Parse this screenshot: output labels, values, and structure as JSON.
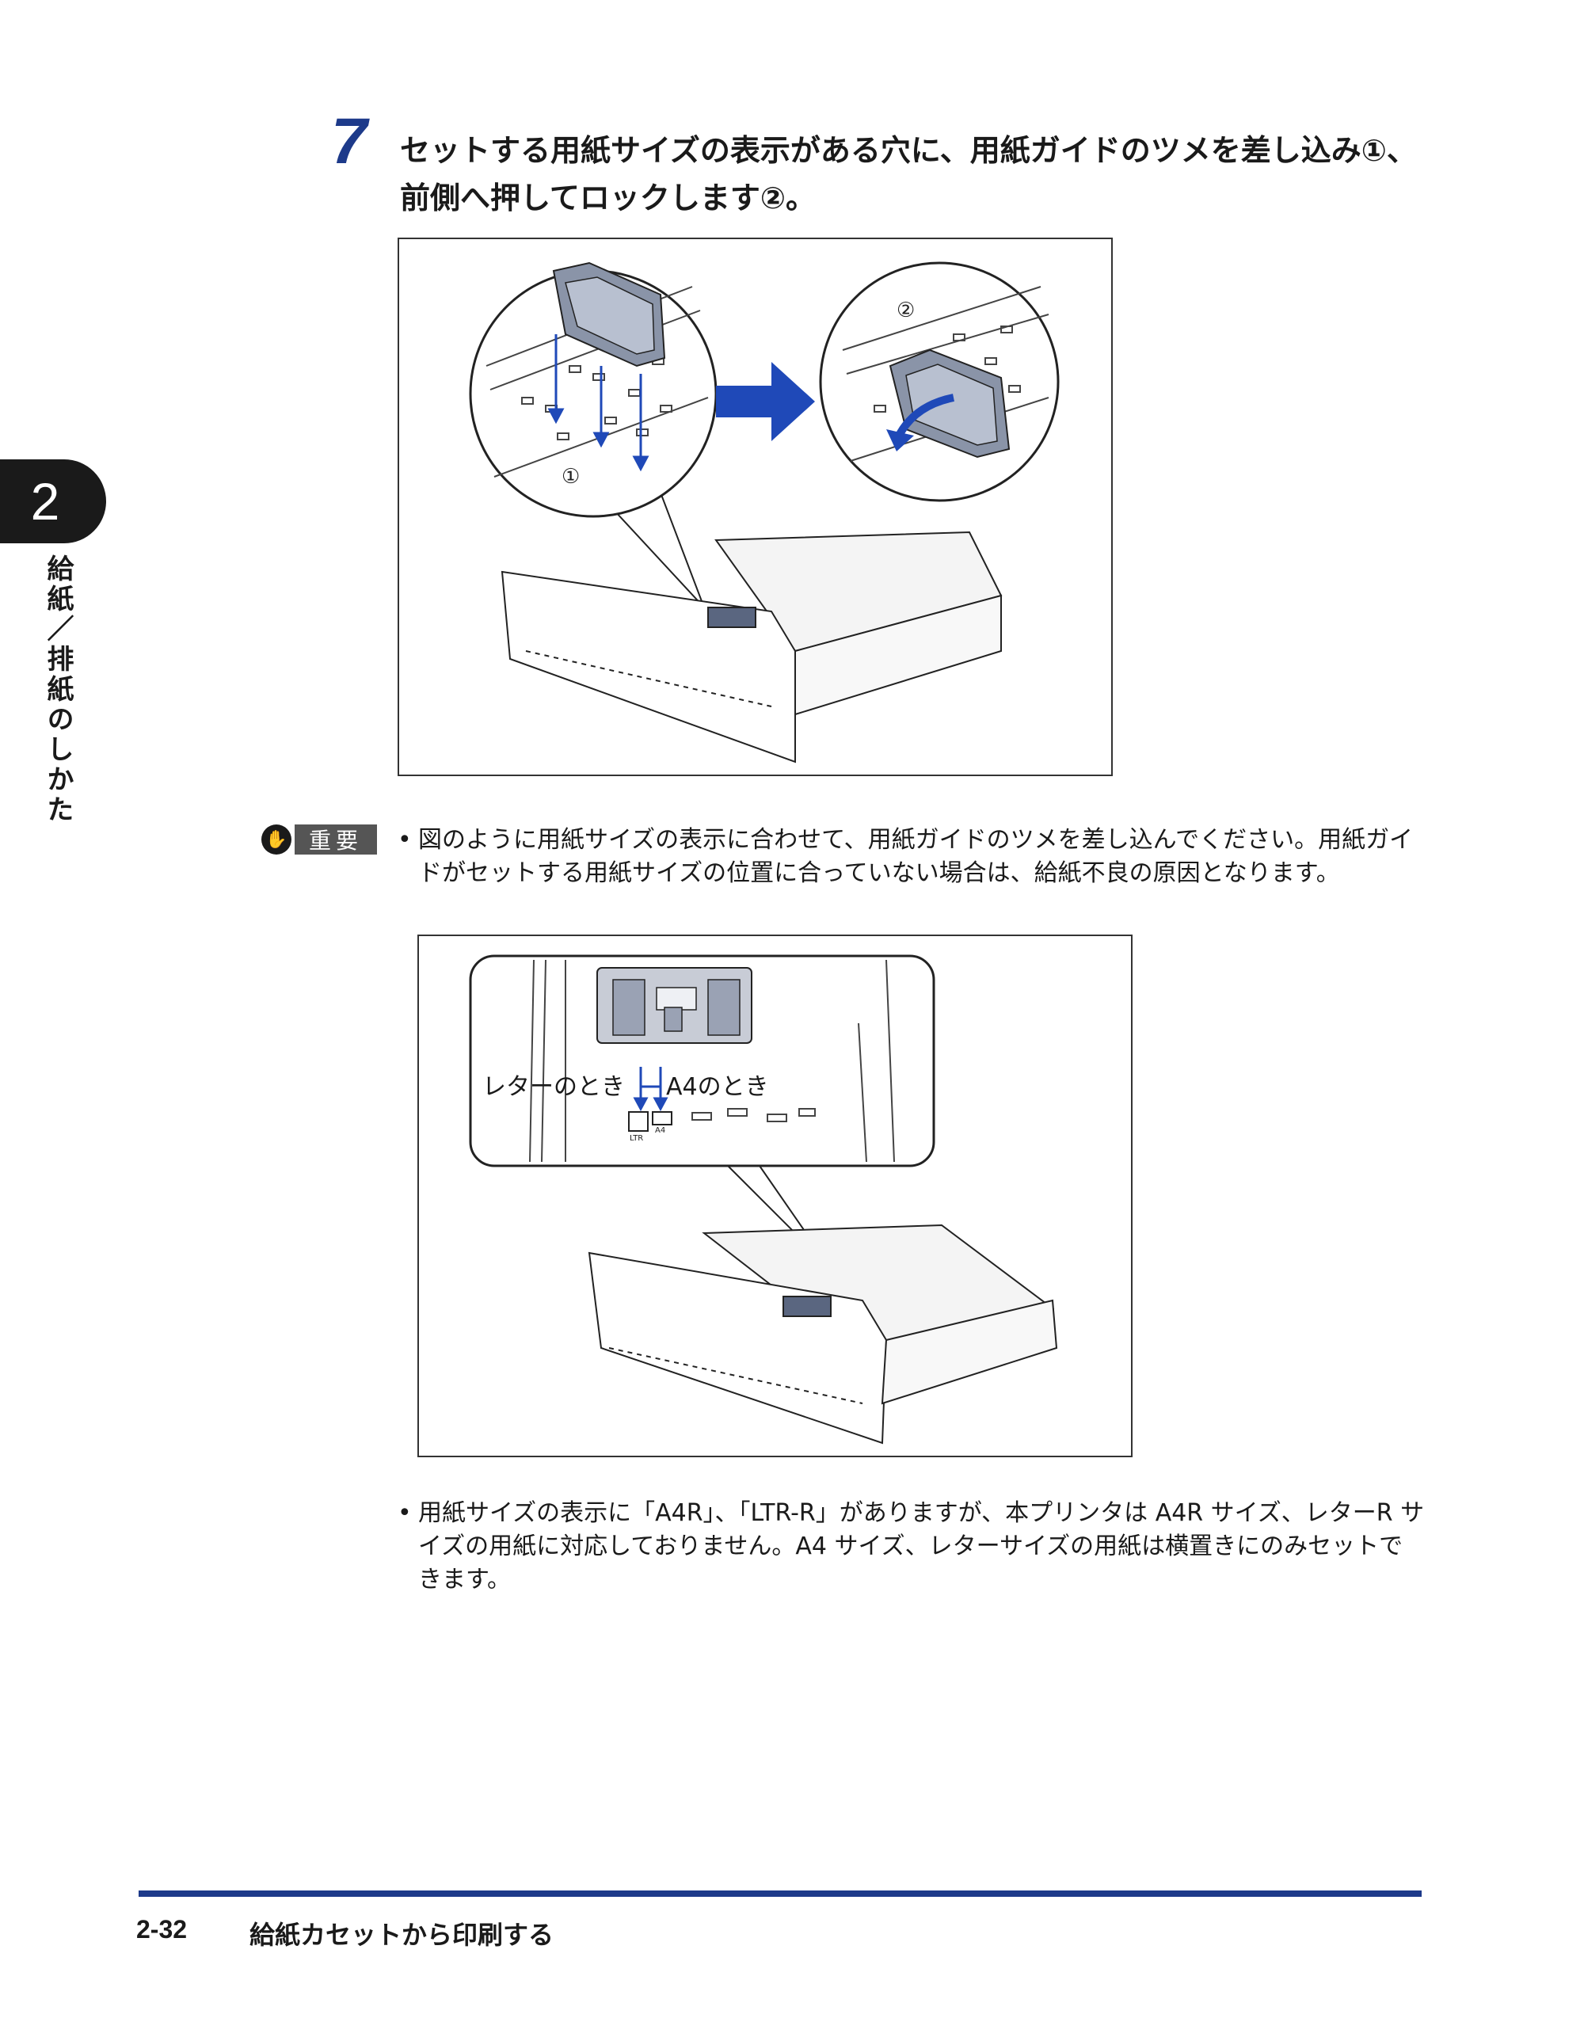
{
  "step": {
    "number": "7",
    "text": "セットする用紙サイズの表示がある穴に、用紙ガイドのツメを差し込み①、前側へ押してロックします②。"
  },
  "figure1": {
    "callout_1": "①",
    "callout_2": "②"
  },
  "chapter": {
    "number": "2",
    "title": "給紙／排紙のしかた"
  },
  "important": {
    "label": "重要",
    "note1": "図のように用紙サイズの表示に合わせて、用紙ガイドのツメを差し込んでください。用紙ガイドがセットする用紙サイズの位置に合っていない場合は、給紙不良の原因となります。",
    "note2": "用紙サイズの表示に「A4R」、「LTR-R」がありますが、本プリンタは A4R サイズ、レターR サイズの用紙に対応しておりません。A4 サイズ、レターサイズの用紙は横置きにのみセットできます。"
  },
  "figure2": {
    "label_letter": "レターのとき",
    "label_a4": "A4のとき",
    "slot_ltr": "LTR",
    "slot_a4": "A4"
  },
  "footer": {
    "page_number": "2-32",
    "section_title": "給紙カセットから印刷する"
  },
  "colors": {
    "accent_blue": "#1d3a8a",
    "arrow_blue": "#1f49b8"
  }
}
